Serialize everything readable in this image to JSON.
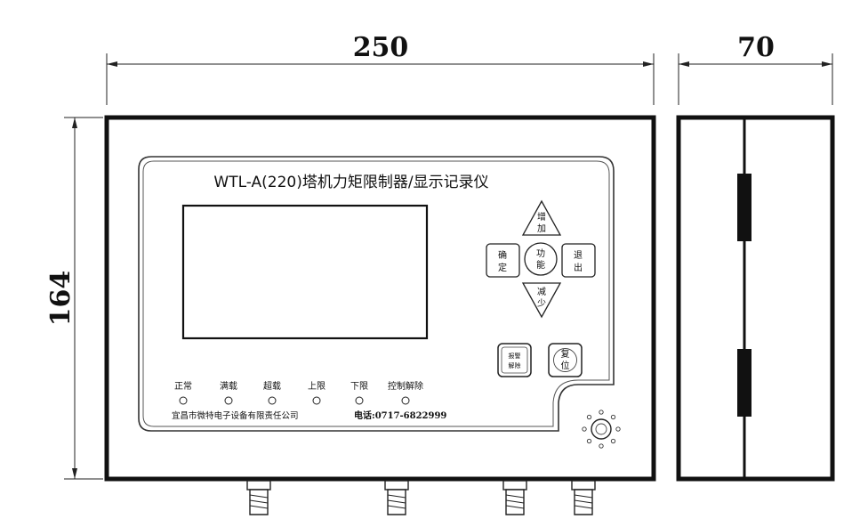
{
  "dimensions": {
    "front_width": "250",
    "side_width": "70",
    "height": "164"
  },
  "panel": {
    "title": "WTL-A(220)塔机力矩限制器/显示记录仪"
  },
  "keys": {
    "up": [
      "增",
      "加"
    ],
    "down": [
      "减",
      "少"
    ],
    "confirm": [
      "确",
      "定"
    ],
    "function": [
      "功",
      "能"
    ],
    "exit": [
      "退",
      "出"
    ],
    "alarm_release": [
      "报警",
      "解除"
    ],
    "reset": [
      "复",
      "位"
    ]
  },
  "indicators": [
    {
      "label": "正常"
    },
    {
      "label": "满载"
    },
    {
      "label": "超载"
    },
    {
      "label": "上限"
    },
    {
      "label": "下限"
    },
    {
      "label": "控制解除"
    }
  ],
  "footer": {
    "company": "宜昌市微特电子设备有限责任公司",
    "phone": "电话:0717-6822999"
  }
}
